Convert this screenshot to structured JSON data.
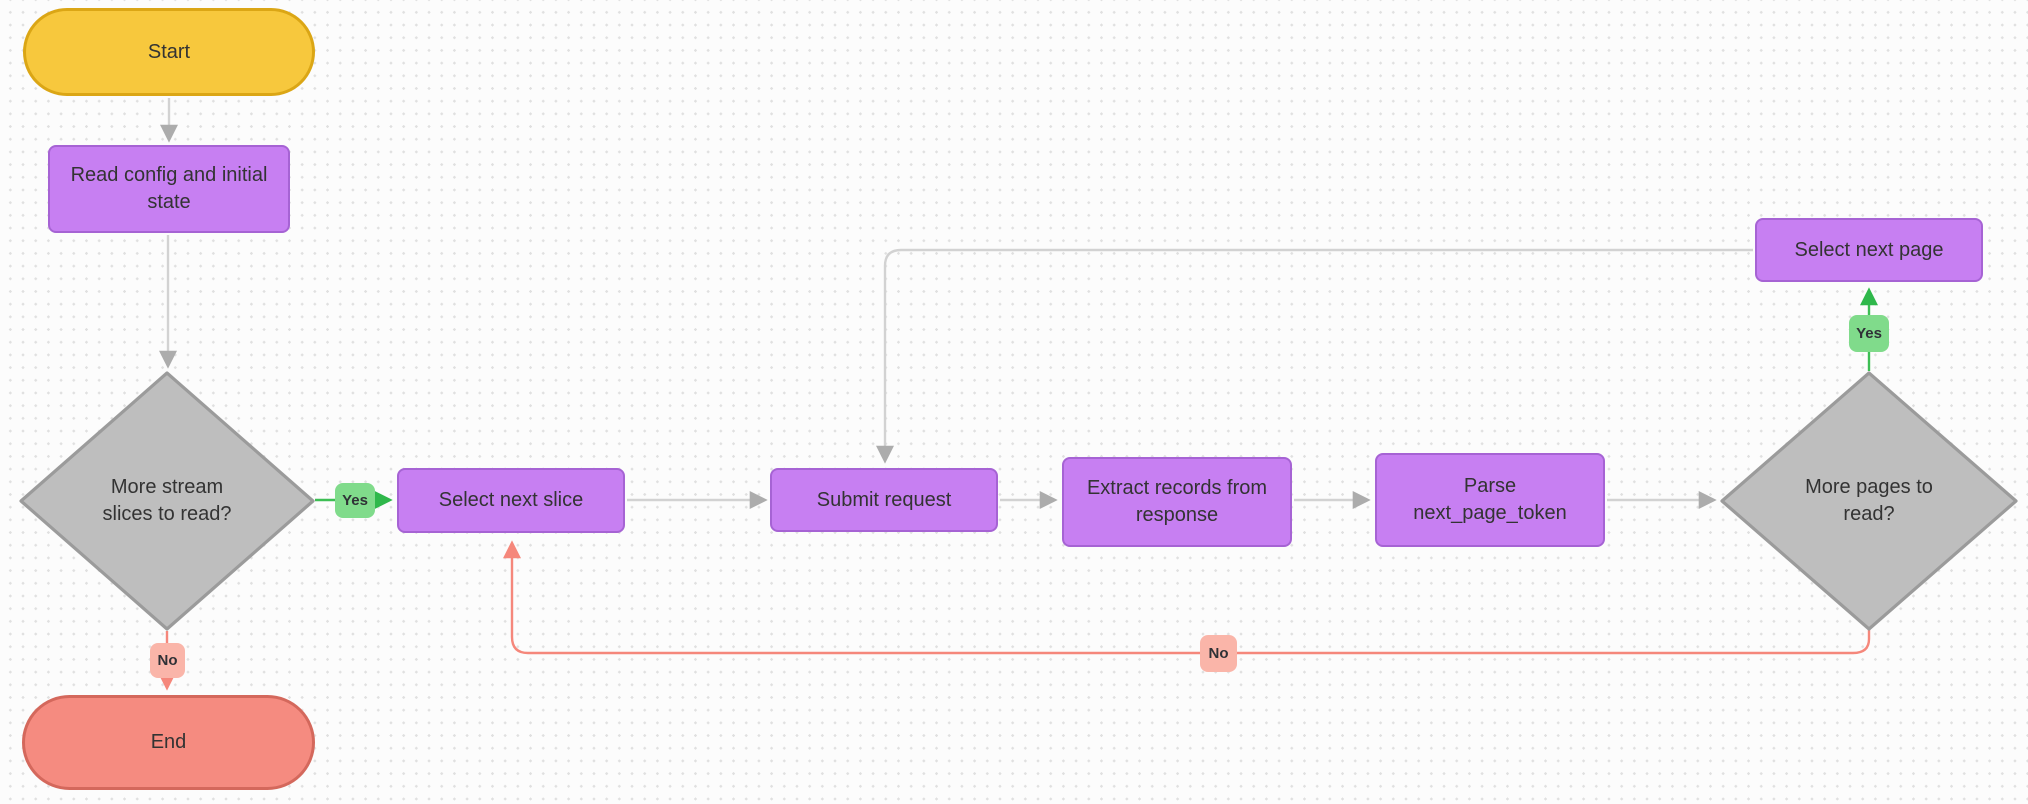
{
  "colors": {
    "background": "#FCFCFC",
    "grid_dot": "#E0E0E0",
    "node_text": "#333333",
    "start_fill": "#F7C83D",
    "start_border": "#DBA615",
    "process_fill": "#C77FF2",
    "process_border": "#A663D4",
    "decision_fill": "#BEBEBE",
    "decision_border": "#9B9B9B",
    "end_fill": "#F58B80",
    "end_border": "#D4685C",
    "edge_gray": "#D2D2D2",
    "edge_gray_arrow": "#ACACAC",
    "edge_green": "#3DBE54",
    "green_arrow": "#2FB84B",
    "label_yes_bg": "#80DB8B",
    "edge_red": "#F5877B",
    "label_no_bg": "#FAB5A9",
    "label_text": "#2F3136"
  },
  "nodes": {
    "start": {
      "label": "Start",
      "type": "terminal"
    },
    "read_config": {
      "label": "Read config and initial state",
      "type": "process"
    },
    "more_slices": {
      "label": "More stream slices to read?",
      "type": "decision"
    },
    "select_next_slice": {
      "label": "Select next slice",
      "type": "process"
    },
    "submit_request": {
      "label": "Submit request",
      "type": "process"
    },
    "extract_records": {
      "label": "Extract records from response",
      "type": "process"
    },
    "parse_token": {
      "label": "Parse next_page_token",
      "type": "process"
    },
    "more_pages": {
      "label": "More pages to read?",
      "type": "decision"
    },
    "select_next_page": {
      "label": "Select next page",
      "type": "process"
    },
    "end": {
      "label": "End",
      "type": "terminal"
    }
  },
  "edge_labels": {
    "yes_slices": "Yes",
    "no_slices": "No",
    "yes_pages": "Yes",
    "no_pages": "No"
  }
}
